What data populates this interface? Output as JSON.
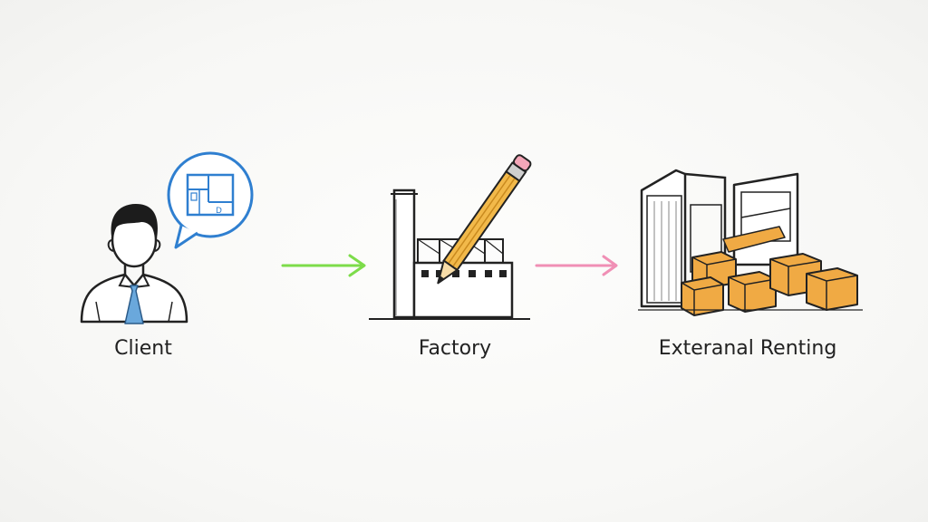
{
  "nodes": [
    {
      "label": "Client",
      "icon": "client-person-icon"
    },
    {
      "label": "Factory",
      "icon": "factory-pencil-icon"
    },
    {
      "label": "Exteranal Renting",
      "icon": "warehouse-boxes-icon"
    }
  ],
  "arrows": [
    {
      "color": "#7ddc4a"
    },
    {
      "color": "#f08fb5"
    }
  ],
  "colors": {
    "ink": "#222222",
    "tie_blue": "#6aa8dc",
    "bubble_blue": "#2f7fd0",
    "pencil_yellow": "#f2b94a",
    "box_orange": "#f0aa44"
  }
}
